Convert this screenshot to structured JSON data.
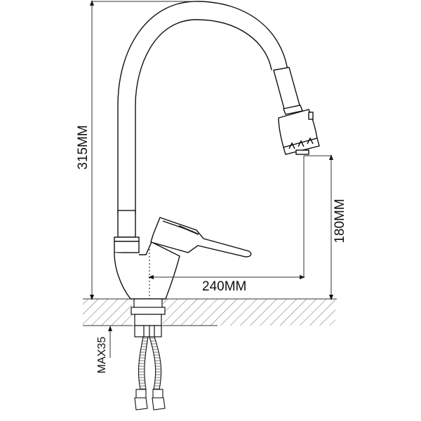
{
  "diagram": {
    "title": "Faucet dimension drawing",
    "subject": "single-lever kitchen faucet with flexible pull-down spout",
    "line_color": "#111111",
    "dim_color": "#333333",
    "background": "#ffffff"
  },
  "dimensions": {
    "total_height": "315MM",
    "spout_height": "180MM",
    "spout_reach": "240MM",
    "max_counter_thickness": "MAX35"
  },
  "components": [
    {
      "name": "flexible-spout",
      "label": ""
    },
    {
      "name": "spray-head",
      "label": ""
    },
    {
      "name": "lever-handle",
      "label": ""
    },
    {
      "name": "faucet-body",
      "label": ""
    },
    {
      "name": "countertop",
      "label": ""
    },
    {
      "name": "mounting-shank",
      "label": ""
    },
    {
      "name": "supply-hoses",
      "label": ""
    }
  ]
}
